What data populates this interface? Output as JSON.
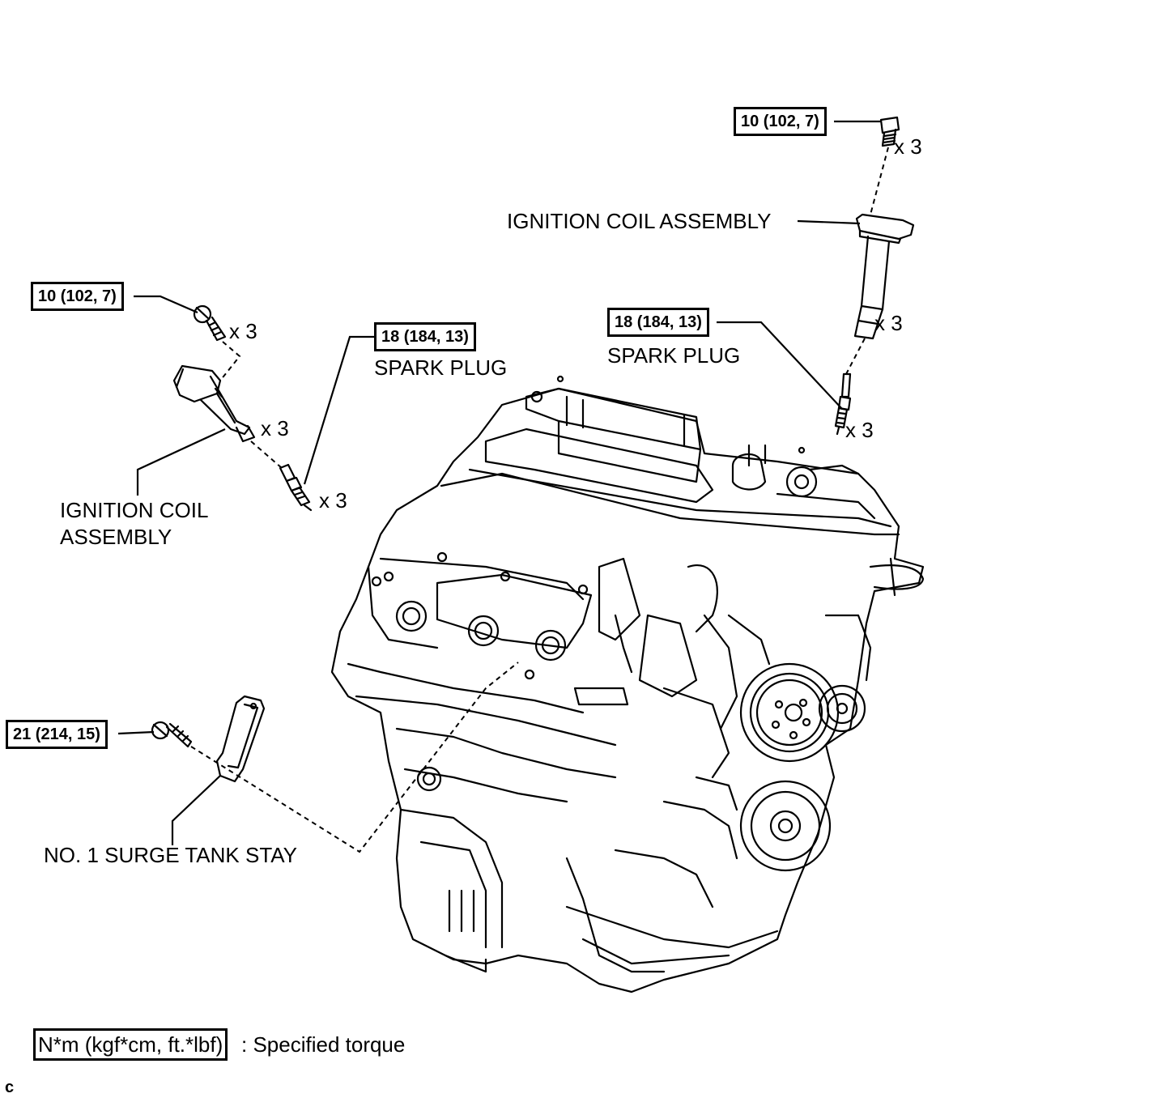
{
  "callouts": {
    "top_right_bolt_torque": "10 (102, 7)",
    "top_right_bolt_qty": "x 3",
    "right_coil_label": "IGNITION COIL ASSEMBLY",
    "right_coil_qty": "x 3",
    "right_plug_torque": "18 (184, 13)",
    "right_plug_label": "SPARK PLUG",
    "right_plug_qty": "x 3",
    "left_bolt_torque": "10 (102, 7)",
    "left_bolt_qty": "x 3",
    "left_plug_torque": "18 (184, 13)",
    "left_plug_label": "SPARK PLUG",
    "left_coil_qty": "x 3",
    "left_plug_qty": "x 3",
    "left_coil_label_line1": "IGNITION COIL",
    "left_coil_label_line2": "ASSEMBLY",
    "stay_bolt_torque": "21 (214, 15)",
    "stay_label": "NO. 1 SURGE TANK STAY"
  },
  "legend": {
    "unit_box": "N*m (kgf*cm, ft.*lbf)",
    "description": ": Specified torque"
  },
  "corner_mark": "c"
}
